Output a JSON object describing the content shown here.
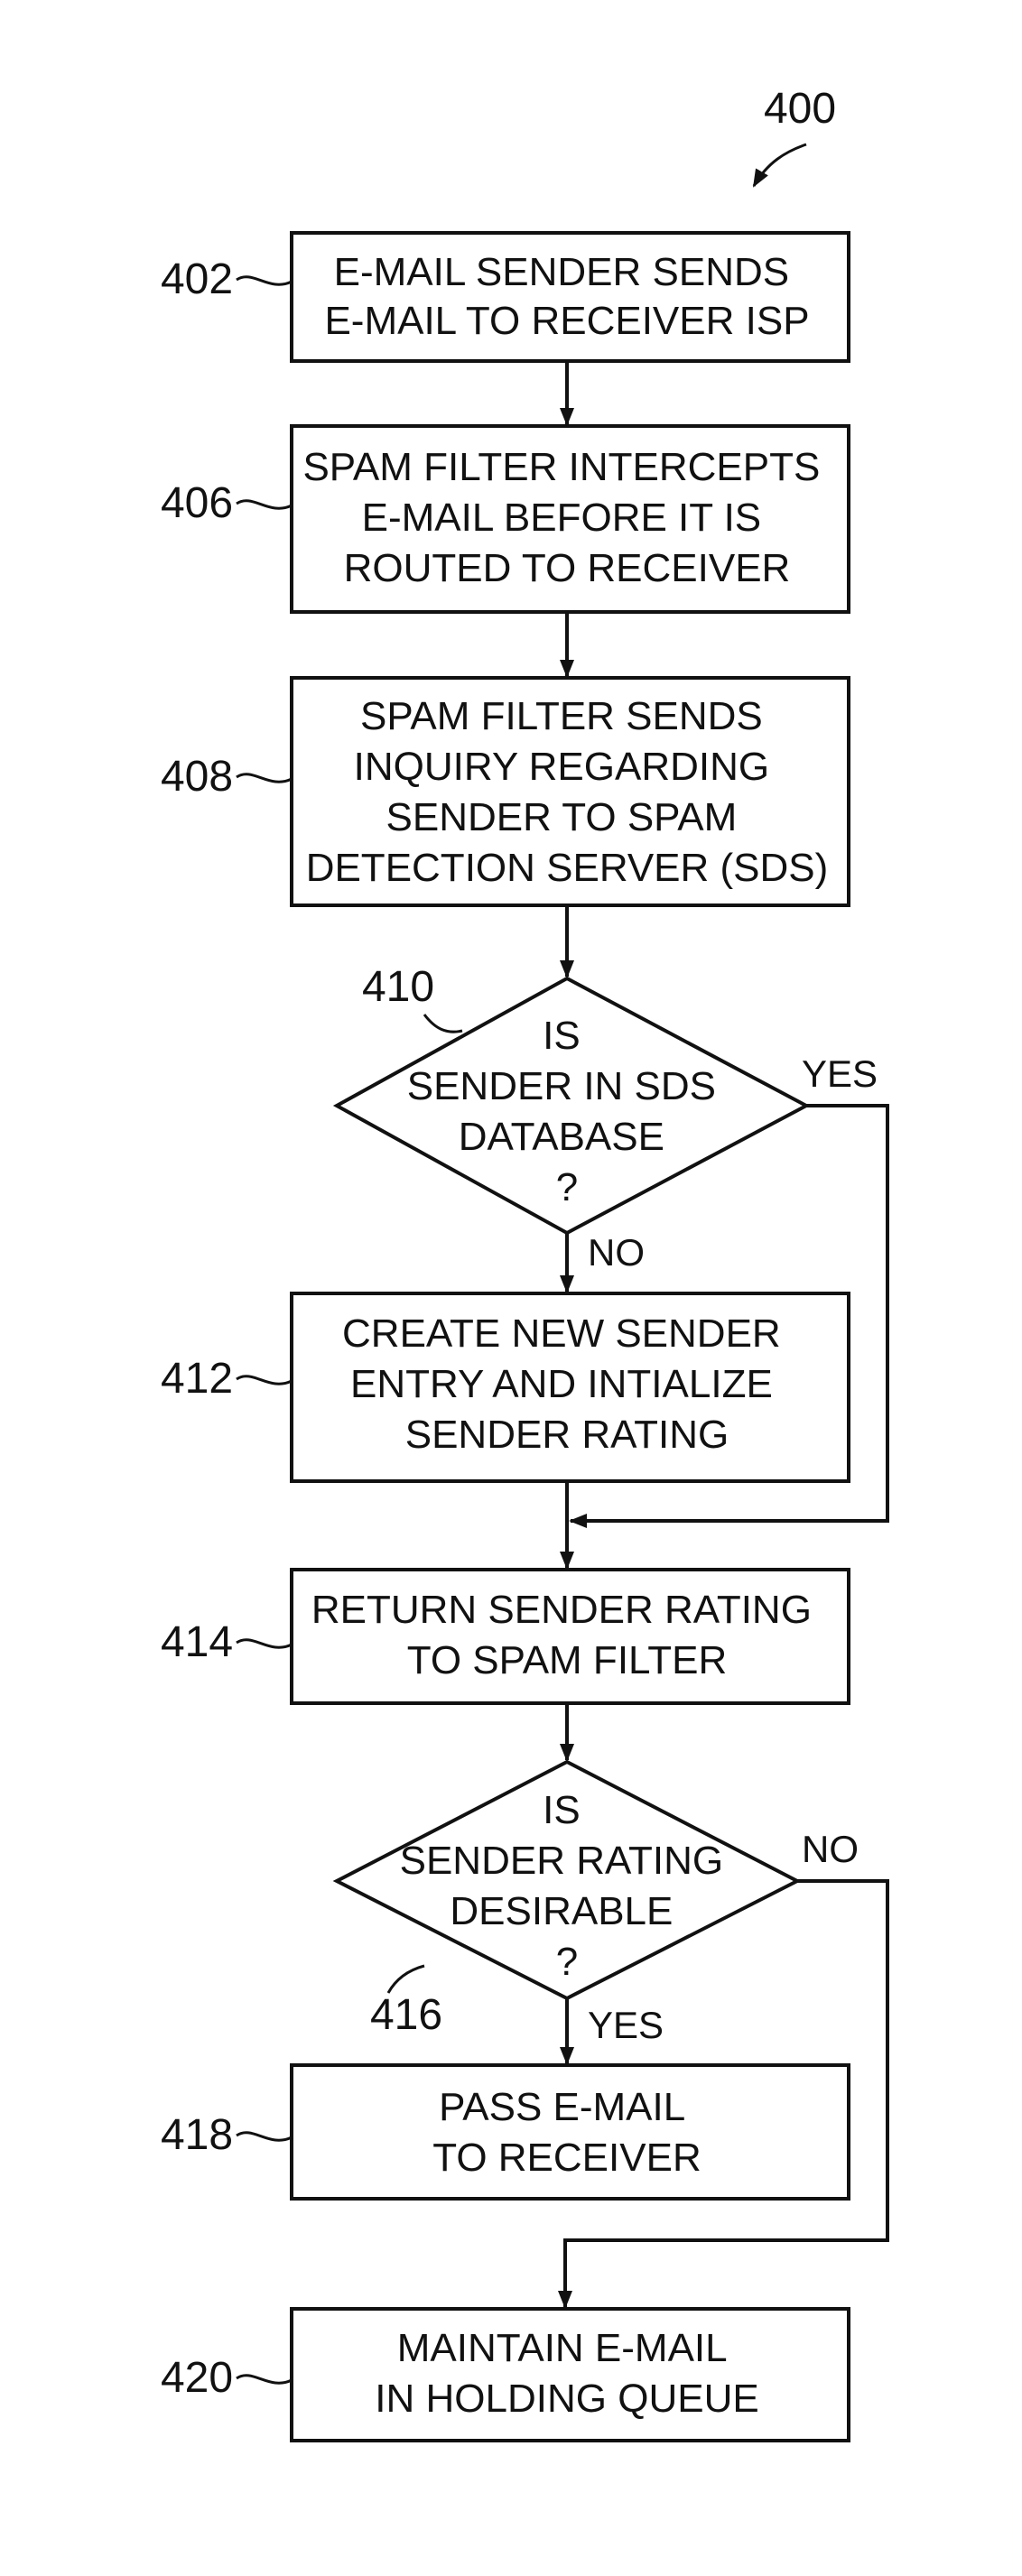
{
  "figure_ref": "400",
  "nodes": [
    {
      "id": "402",
      "type": "process",
      "ref": "402",
      "lines": [
        "E-MAIL SENDER SENDS",
        "E-MAIL TO RECEIVER ISP"
      ]
    },
    {
      "id": "406",
      "type": "process",
      "ref": "406",
      "lines": [
        "SPAM FILTER INTERCEPTS",
        "E-MAIL BEFORE IT IS",
        "ROUTED TO RECEIVER"
      ]
    },
    {
      "id": "408",
      "type": "process",
      "ref": "408",
      "lines": [
        "SPAM FILTER SENDS",
        "INQUIRY REGARDING",
        "SENDER TO SPAM",
        "DETECTION SERVER (SDS)"
      ]
    },
    {
      "id": "410",
      "type": "decision",
      "ref": "410",
      "lines": [
        "IS",
        "SENDER IN SDS",
        "DATABASE",
        "?"
      ]
    },
    {
      "id": "412",
      "type": "process",
      "ref": "412",
      "lines": [
        "CREATE NEW SENDER",
        "ENTRY AND INTIALIZE",
        "SENDER RATING"
      ]
    },
    {
      "id": "414",
      "type": "process",
      "ref": "414",
      "lines": [
        "RETURN SENDER RATING",
        "TO SPAM FILTER"
      ]
    },
    {
      "id": "416",
      "type": "decision",
      "ref": "416",
      "lines": [
        "IS",
        "SENDER RATING",
        "DESIRABLE",
        "?"
      ]
    },
    {
      "id": "418",
      "type": "process",
      "ref": "418",
      "lines": [
        "PASS E-MAIL",
        "TO RECEIVER"
      ]
    },
    {
      "id": "420",
      "type": "process",
      "ref": "420",
      "lines": [
        "MAINTAIN E-MAIL",
        "IN HOLDING QUEUE"
      ]
    }
  ],
  "edges": [
    {
      "from": "402",
      "to": "406",
      "label": ""
    },
    {
      "from": "406",
      "to": "408",
      "label": ""
    },
    {
      "from": "408",
      "to": "410",
      "label": ""
    },
    {
      "from": "410",
      "to": "412",
      "label": "NO"
    },
    {
      "from": "410",
      "to": "414",
      "label": "YES"
    },
    {
      "from": "412",
      "to": "414",
      "label": ""
    },
    {
      "from": "414",
      "to": "416",
      "label": ""
    },
    {
      "from": "416",
      "to": "418",
      "label": "YES"
    },
    {
      "from": "416",
      "to": "420",
      "label": "NO"
    }
  ]
}
